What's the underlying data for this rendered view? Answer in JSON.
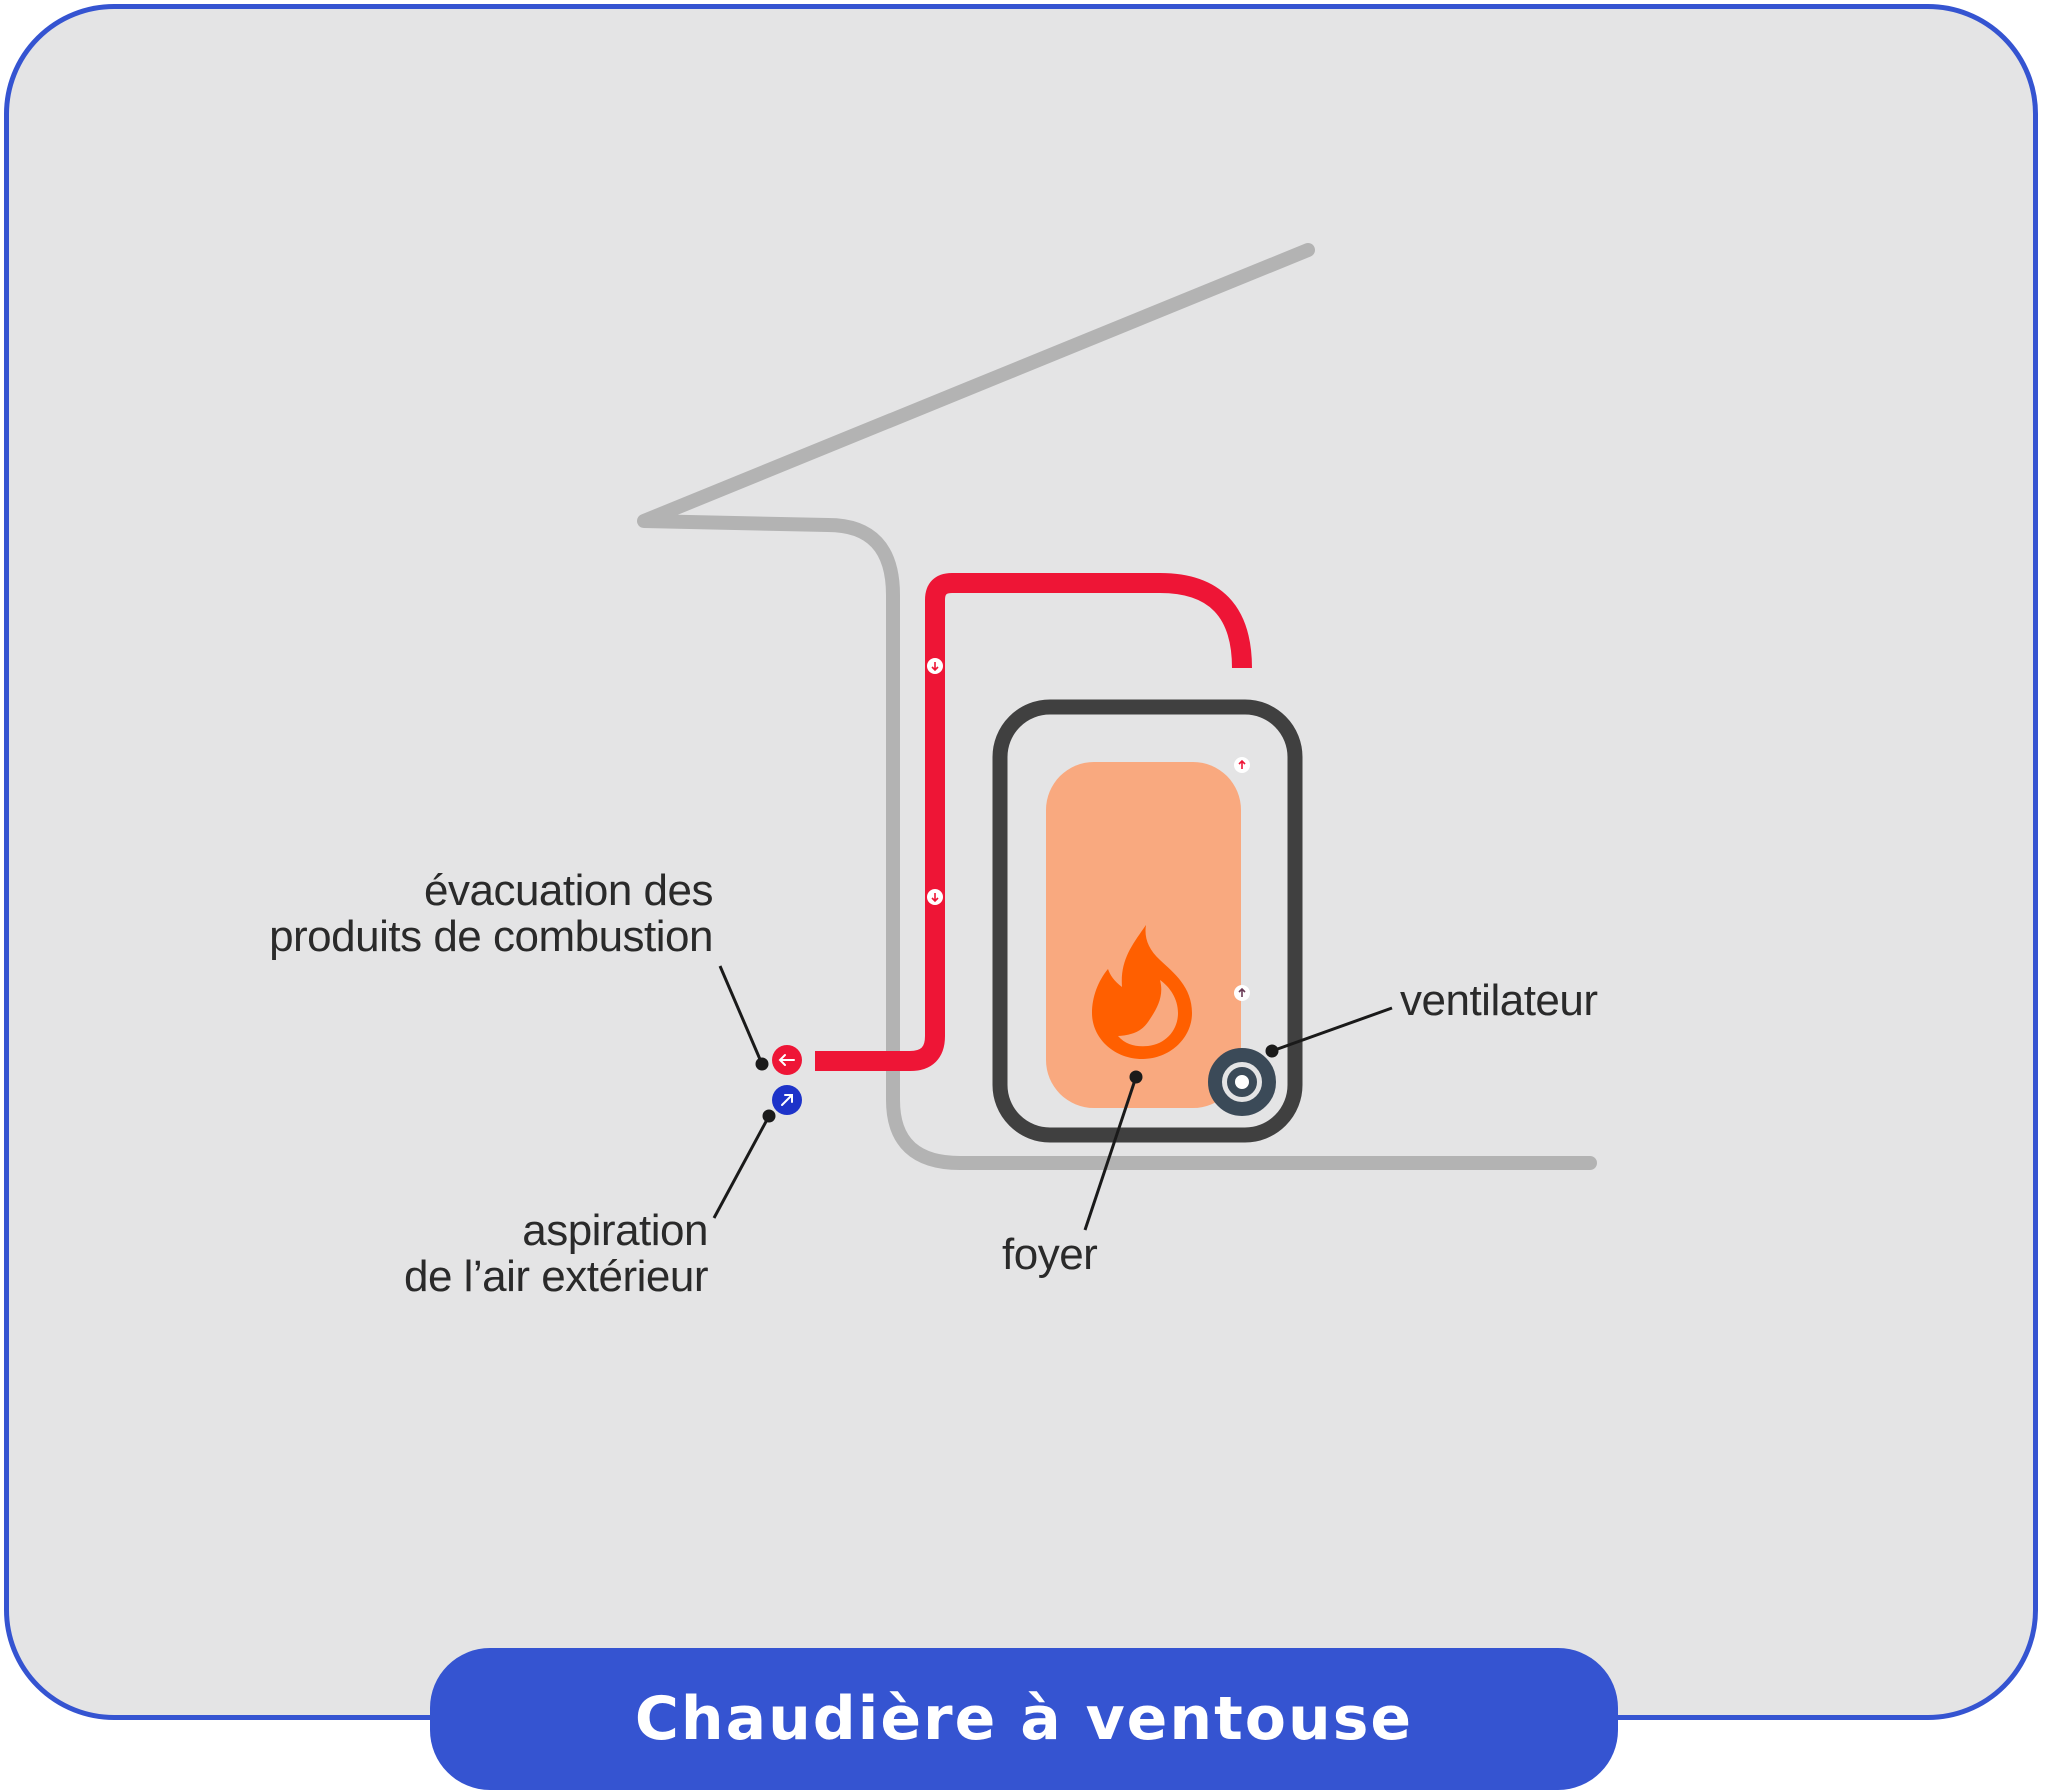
{
  "title": "Chaudière à ventouse",
  "labels": {
    "exhaust": [
      "évacuation des",
      "produits de combustion"
    ],
    "intake": [
      "aspiration",
      "de l’air extérieur"
    ],
    "hearth": "foyer",
    "fan": "ventilateur"
  },
  "icons": {
    "exhaust_marker": "arrow-left-icon",
    "intake_marker": "arrow-up-right-icon",
    "flow_down": "arrow-down-icon",
    "flow_up": "arrow-up-icon",
    "flame": "flame-icon",
    "fan": "fan-icon"
  },
  "colors": {
    "frame_border": "#3554d1",
    "background": "#e4e4e5",
    "wall": "#b3b3b3",
    "exhaust_pipe": "#ee1536",
    "fan_dark": "#3b4a58",
    "boiler_outline": "#404040",
    "hearth_fill": "#f9a97f",
    "flame": "#ff5f00",
    "intake_marker": "#1d33c9",
    "title_bg": "#3554d1"
  }
}
